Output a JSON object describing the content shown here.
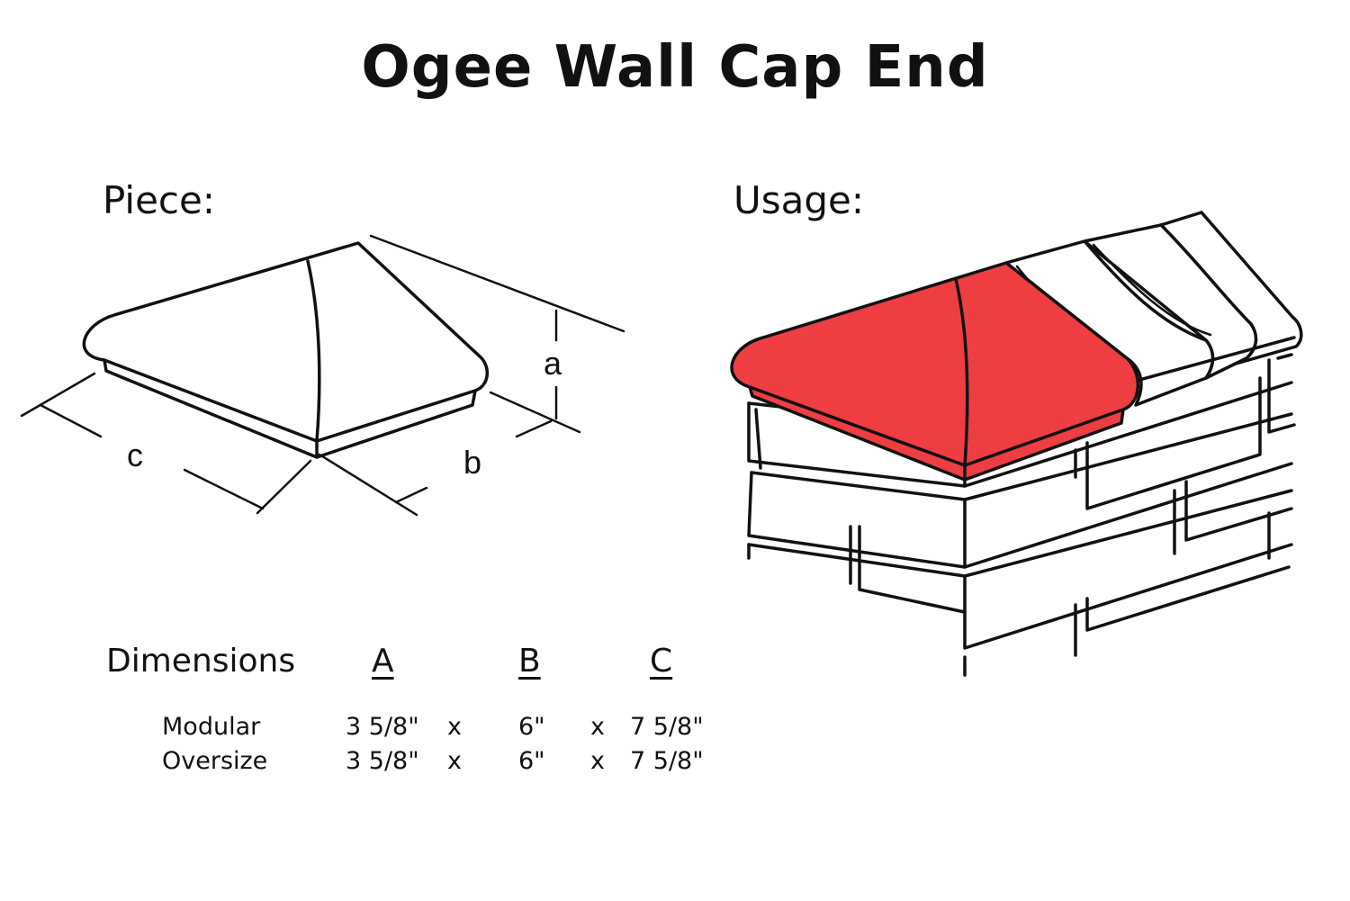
{
  "title": "Ogee Wall Cap End",
  "piece_label": "Piece:",
  "usage_label": "Usage:",
  "diagram_letters": {
    "a": "a",
    "b": "b",
    "c": "c"
  },
  "colors": {
    "highlight": "#ef3e42",
    "line": "#111111",
    "background": "#ffffff"
  },
  "dimensions": {
    "heading": "Dimensions",
    "columns": [
      "A",
      "B",
      "C"
    ],
    "separator": "x",
    "rows": [
      {
        "name": "Modular",
        "a": "3 5/8\"",
        "b": "6\"",
        "c": "7 5/8\""
      },
      {
        "name": "Oversize",
        "a": "3 5/8\"",
        "b": "6\"",
        "c": "7 5/8\""
      }
    ]
  }
}
